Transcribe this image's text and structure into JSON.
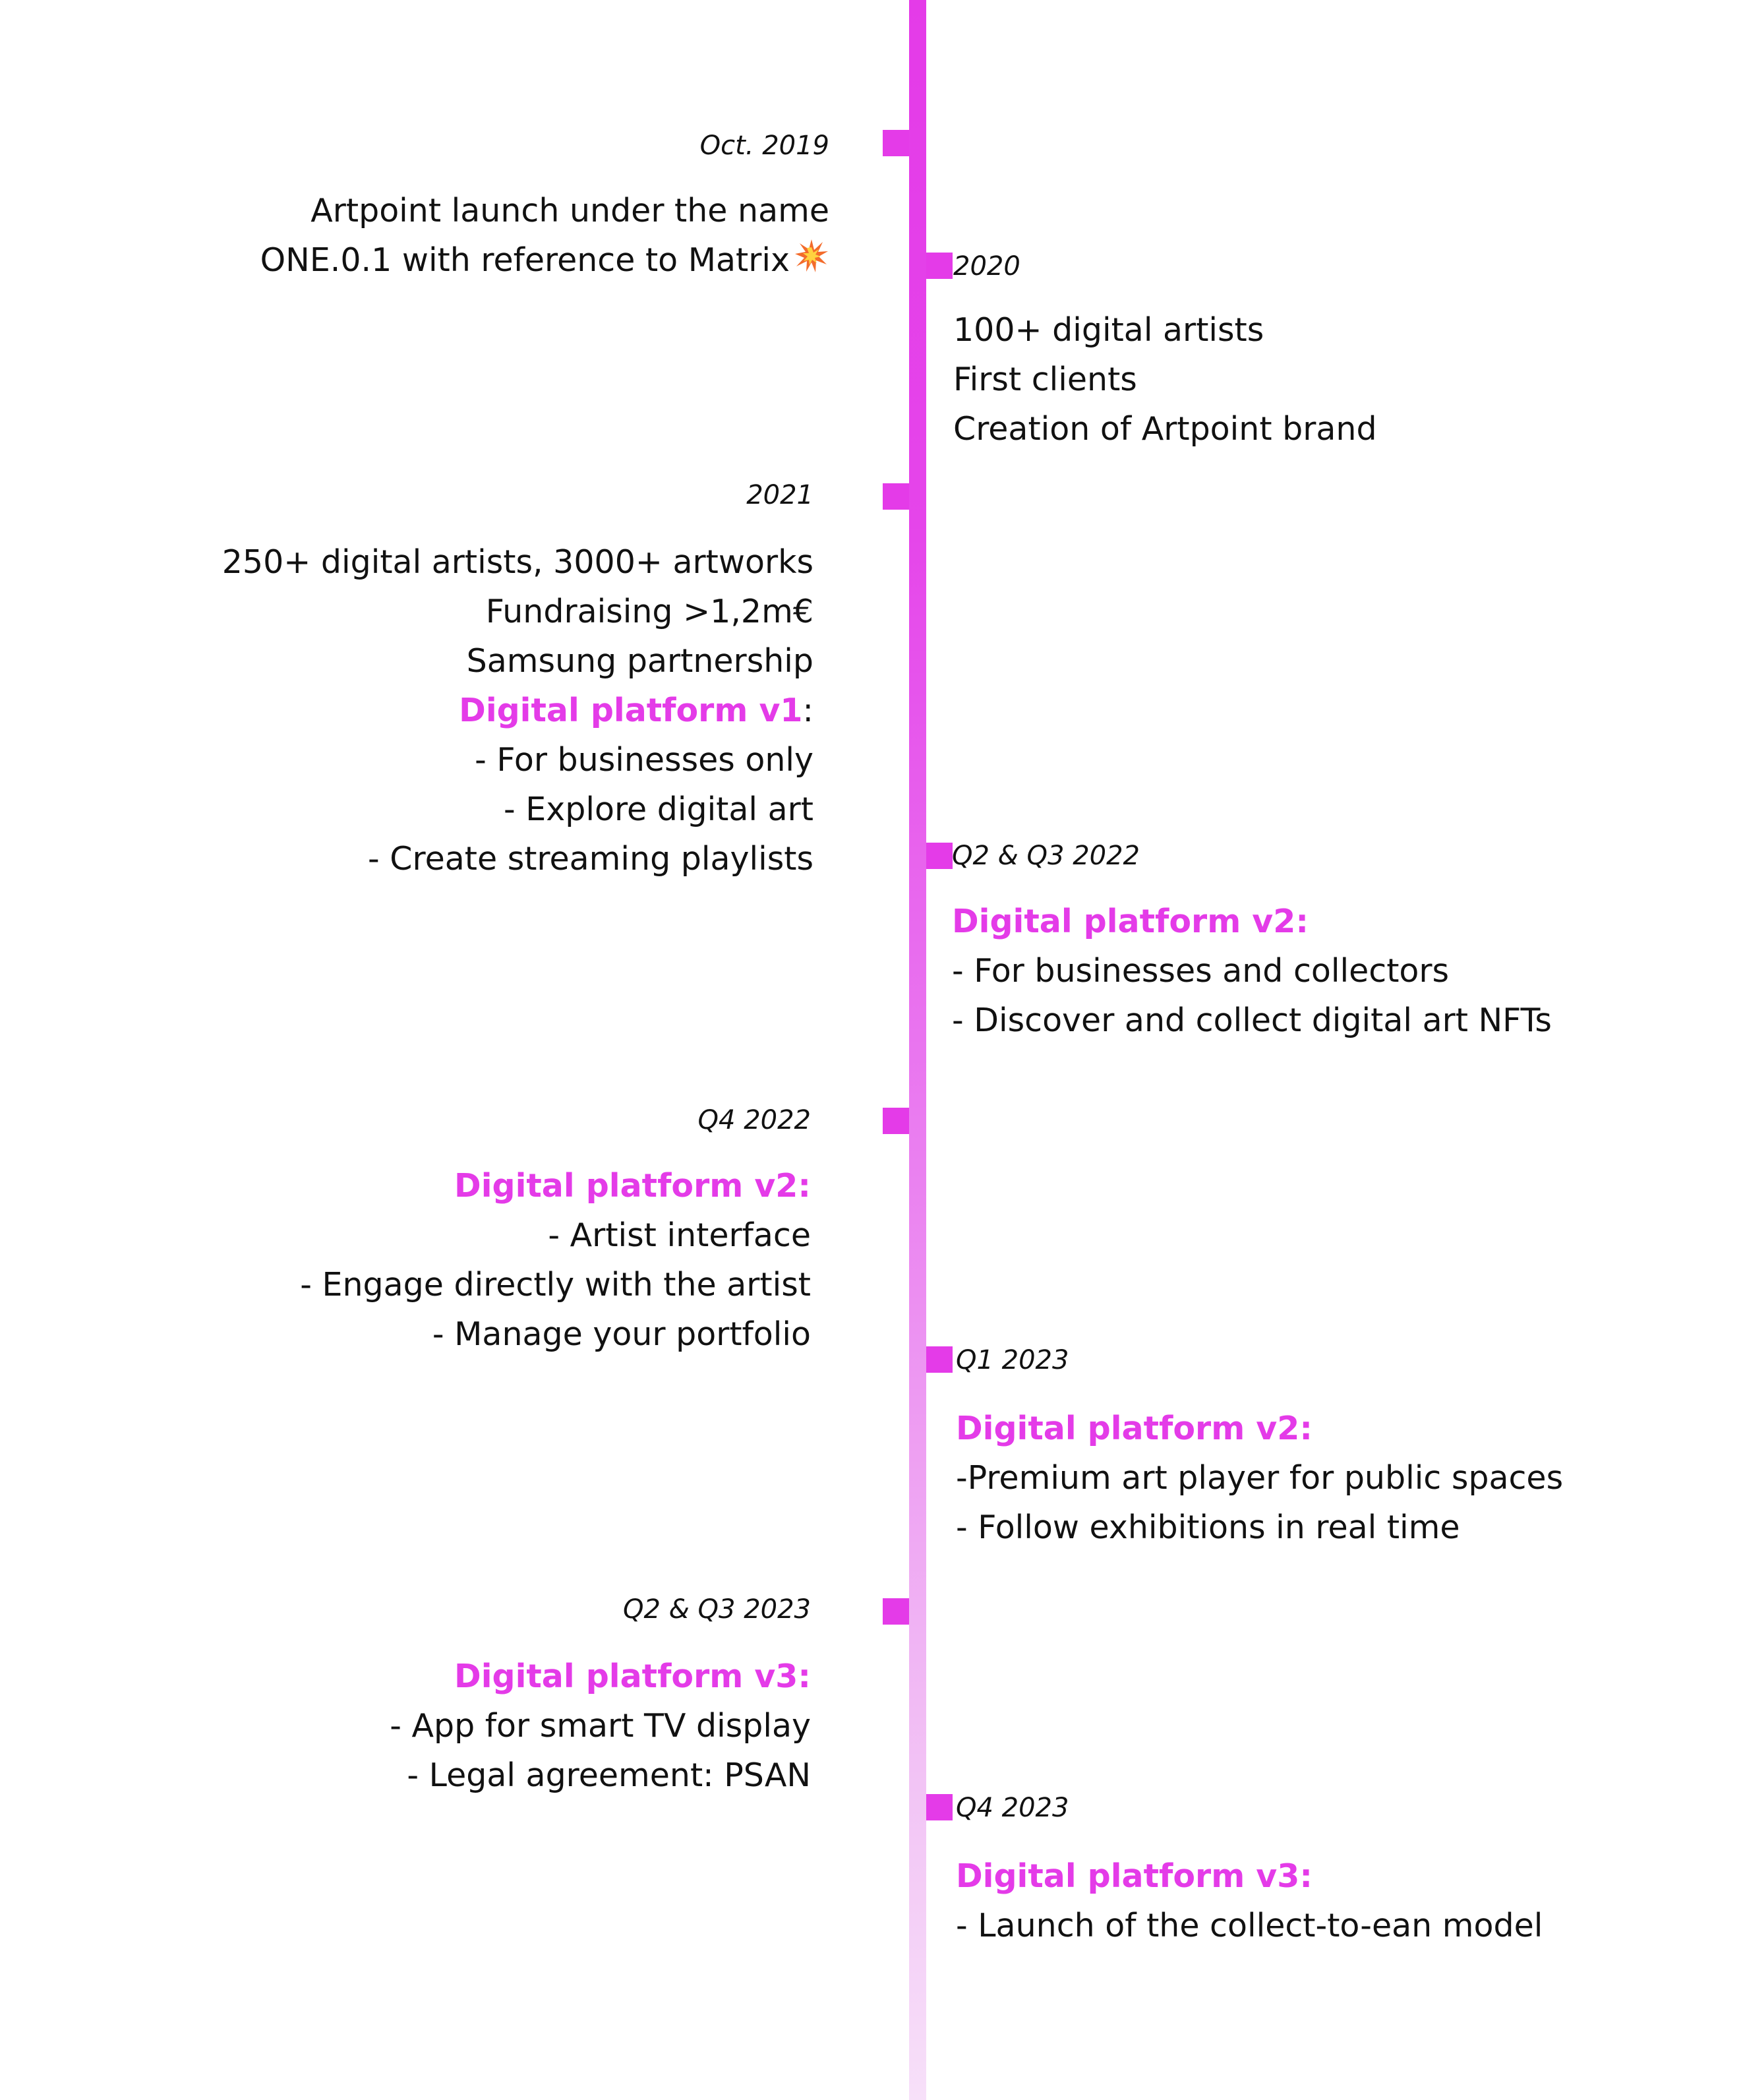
{
  "colors": {
    "accent": "#e43be8",
    "text": "#111111"
  },
  "milestones": [
    {
      "date": "Oct. 2019",
      "title": "",
      "title_suffix": "",
      "lines": [
        "Artpoint launch under the name",
        "ONE.0.1 with reference to Matrix"
      ],
      "icon": "collision-icon"
    },
    {
      "date": "2020",
      "lines": [
        "100+ digital artists",
        "First clients",
        "Creation of Artpoint brand"
      ]
    },
    {
      "date": "2021",
      "lines_before": [
        "250+ digital artists, 3000+ artworks",
        "Fundraising >1,2m€",
        "Samsung partnership"
      ],
      "title": "Digital platform v1",
      "title_suffix": ":",
      "lines": [
        "- For businesses only",
        "- Explore digital art",
        "- Create streaming playlists"
      ]
    },
    {
      "date": "Q2 & Q3 2022",
      "title": "Digital platform v2:",
      "lines": [
        "- For businesses and collectors",
        "- Discover and collect digital art NFTs"
      ]
    },
    {
      "date": "Q4 2022",
      "title": "Digital platform v2:",
      "lines": [
        "- Artist interface",
        "- Engage directly with the artist",
        "- Manage your portfolio"
      ]
    },
    {
      "date": "Q1 2023",
      "title": "Digital platform v2:",
      "lines": [
        "-Premium art player for public spaces",
        "- Follow exhibitions in real time"
      ]
    },
    {
      "date": "Q2 & Q3 2023",
      "title": "Digital platform v3:",
      "lines": [
        "- App for smart TV display",
        "- Legal agreement: PSAN"
      ]
    },
    {
      "date": "Q4 2023",
      "title": "Digital platform v3:",
      "lines": [
        "- Launch of the collect-to-ean model"
      ]
    }
  ]
}
